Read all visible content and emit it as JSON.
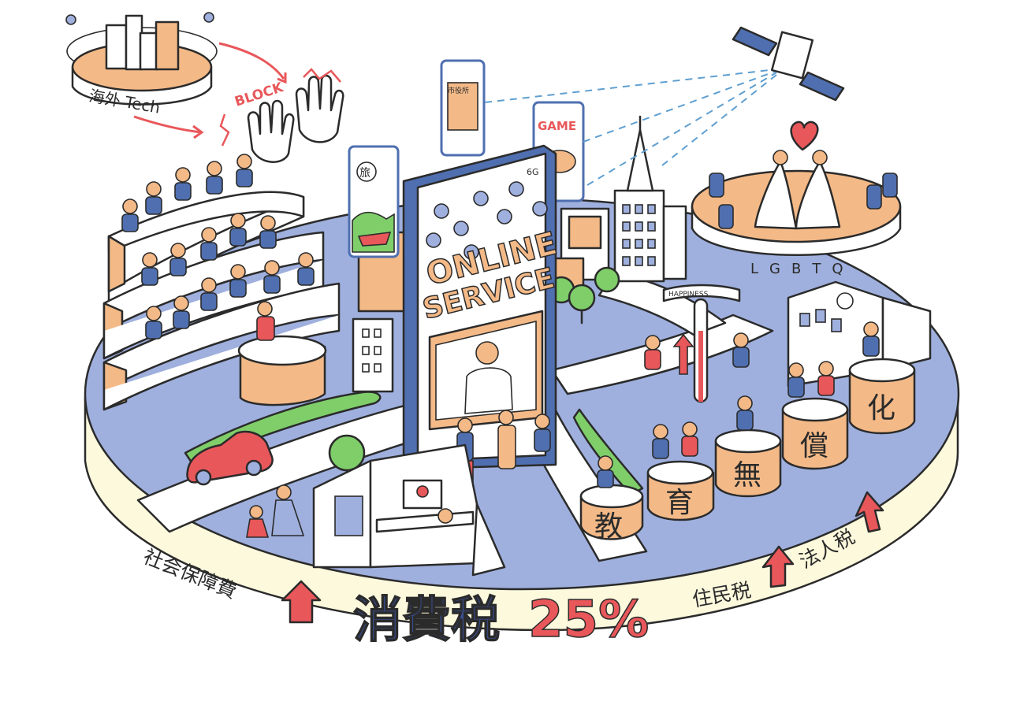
{
  "labels": {
    "overseas_tech": "海外 Tech",
    "block": "BLOCK",
    "city_hall": "市役所",
    "game": "GAME",
    "travel": "旅",
    "network": "6G",
    "online": "ONLINE",
    "service": "SERVICE",
    "lgbtq": "LGBTQ",
    "happiness": "HAPPINESS"
  },
  "education_blocks": [
    "教",
    "育",
    "無",
    "償",
    "化"
  ],
  "band": {
    "social_security": "社会保障費",
    "consumption_tax": "消費税",
    "tax_rate": "25%",
    "resident_tax": "住民税",
    "corporate_tax": "法人税"
  },
  "colors": {
    "outline": "#2b2b2b",
    "blue": "#9fb0de",
    "blue_dark": "#4f6fb0",
    "orange": "#f3b987",
    "cream": "#fdf9dd",
    "red": "#e8575a",
    "green": "#7fce6a",
    "navy": "#3a4f94"
  },
  "icons": [
    "satellite-icon",
    "heart-icon",
    "up-arrow-icon",
    "hand-icon",
    "clock-icon"
  ]
}
